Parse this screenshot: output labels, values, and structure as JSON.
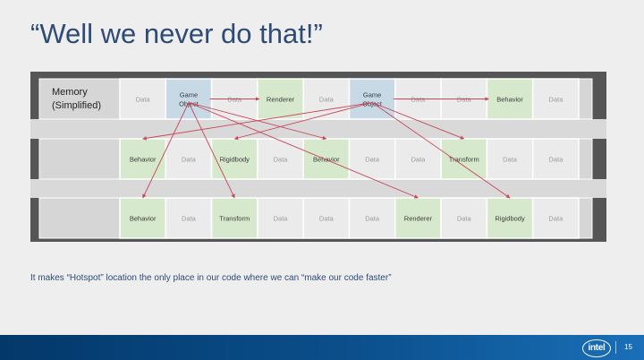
{
  "slide": {
    "title": "“Well we never do that!”",
    "caption": "It makes “Hotspot” location the only place in our code where we can “make our code faster”",
    "logo_text": "intel",
    "page_number": "15"
  },
  "memory": {
    "label_line1": "Memory",
    "label_line2": "(Simplified)",
    "rows": [
      {
        "cells": [
          {
            "text": "Data",
            "kind": "data"
          },
          {
            "text": "Game Object",
            "kind": "gameobject"
          },
          {
            "text": "Data",
            "kind": "data",
            "struck": true
          },
          {
            "text": "Renderer",
            "kind": "component"
          },
          {
            "text": "Data",
            "kind": "data"
          },
          {
            "text": "Game Object",
            "kind": "gameobject"
          },
          {
            "text": "Data",
            "kind": "data",
            "struck": true
          },
          {
            "text": "Data",
            "kind": "data",
            "struck": true
          },
          {
            "text": "Behavior",
            "kind": "component"
          },
          {
            "text": "Data",
            "kind": "data"
          }
        ]
      },
      {
        "cells": [
          {
            "text": "Behavior",
            "kind": "component"
          },
          {
            "text": "Data",
            "kind": "data"
          },
          {
            "text": "Rigidbody",
            "kind": "component"
          },
          {
            "text": "Data",
            "kind": "data"
          },
          {
            "text": "Behavior",
            "kind": "component",
            "struck": true
          },
          {
            "text": "Data",
            "kind": "data"
          },
          {
            "text": "Data",
            "kind": "data"
          },
          {
            "text": "Transform",
            "kind": "component"
          },
          {
            "text": "Data",
            "kind": "data"
          },
          {
            "text": "Data",
            "kind": "data"
          }
        ]
      },
      {
        "cells": [
          {
            "text": "Behavior",
            "kind": "component"
          },
          {
            "text": "Data",
            "kind": "data"
          },
          {
            "text": "Transform",
            "kind": "component"
          },
          {
            "text": "Data",
            "kind": "data"
          },
          {
            "text": "Data",
            "kind": "data"
          },
          {
            "text": "Data",
            "kind": "data"
          },
          {
            "text": "Renderer",
            "kind": "component"
          },
          {
            "text": "Data",
            "kind": "data"
          },
          {
            "text": "Rigidbody",
            "kind": "component"
          },
          {
            "text": "Data",
            "kind": "data"
          }
        ]
      }
    ],
    "pointers": [
      {
        "from": [
          0,
          1
        ],
        "to": [
          0,
          3
        ]
      },
      {
        "from": [
          0,
          1
        ],
        "to": [
          1,
          4
        ]
      },
      {
        "from": [
          0,
          1
        ],
        "to": [
          2,
          2
        ]
      },
      {
        "from": [
          0,
          1
        ],
        "to": [
          2,
          0
        ]
      },
      {
        "from": [
          0,
          1
        ],
        "to": [
          2,
          6
        ]
      },
      {
        "from": [
          0,
          5
        ],
        "to": [
          0,
          8
        ]
      },
      {
        "from": [
          0,
          5
        ],
        "to": [
          1,
          0
        ]
      },
      {
        "from": [
          0,
          5
        ],
        "to": [
          1,
          2
        ]
      },
      {
        "from": [
          0,
          5
        ],
        "to": [
          1,
          7
        ]
      },
      {
        "from": [
          0,
          5
        ],
        "to": [
          2,
          8
        ]
      }
    ],
    "colors": {
      "data_fill": "#ebebeb",
      "component_fill": "#d6e9cc",
      "gameobject_fill": "#c8d9e6",
      "label_fill": "#d6d6d6",
      "frame": "#555555",
      "arrow": "#c7465a",
      "data_text": "#9a9a9a",
      "cell_text": "#3a3a3a"
    }
  }
}
